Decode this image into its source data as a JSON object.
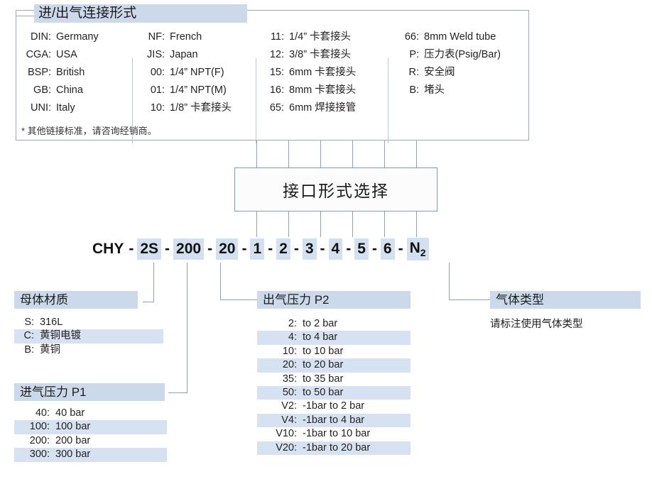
{
  "connection_box": {
    "title": "进/出气连接形式",
    "note": "* 其他链接标准，请咨询经销商。",
    "columns": [
      {
        "rows": [
          {
            "code": "DIN",
            "desc": "Germany"
          },
          {
            "code": "CGA",
            "desc": "USA"
          },
          {
            "code": "BSP",
            "desc": "British"
          },
          {
            "code": "GB",
            "desc": "China"
          },
          {
            "code": "UNI",
            "desc": "Italy"
          }
        ]
      },
      {
        "rows": [
          {
            "code": "NF",
            "desc": "French"
          },
          {
            "code": "JIS",
            "desc": "Japan"
          },
          {
            "code": "00",
            "desc": "1/4” NPT(F)"
          },
          {
            "code": "01",
            "desc": "1/4” NPT(M)"
          },
          {
            "code": "10",
            "desc": "1/8” 卡套接头"
          }
        ]
      },
      {
        "rows": [
          {
            "code": "11",
            "desc": "1/4” 卡套接头"
          },
          {
            "code": "12",
            "desc": "3/8” 卡套接头"
          },
          {
            "code": "15",
            "desc": "6mm 卡套接头"
          },
          {
            "code": "16",
            "desc": "8mm 卡套接头"
          },
          {
            "code": "65",
            "desc": "6mm 焊接接管"
          }
        ]
      },
      {
        "rows": [
          {
            "code": "66",
            "desc": "8mm Weld tube"
          },
          {
            "code": "P",
            "desc": "压力表(Psig/Bar)"
          },
          {
            "code": "R",
            "desc": "安全阀"
          },
          {
            "code": "B",
            "desc": "堵头"
          }
        ]
      }
    ]
  },
  "selection_box": {
    "label": "接口形式选择"
  },
  "code_line": {
    "prefix": "CHY",
    "segments": [
      "2S",
      "200",
      "20",
      "1",
      "2",
      "3",
      "4",
      "5",
      "6"
    ],
    "gas": "N",
    "gas_sub": "2",
    "dash": "-"
  },
  "body_material": {
    "title": "母体材质",
    "rows": [
      {
        "code": "S",
        "desc": "316L",
        "shaded": false
      },
      {
        "code": "C",
        "desc": "黄铜电镀",
        "shaded": true
      },
      {
        "code": "B",
        "desc": "黄铜",
        "shaded": false
      }
    ]
  },
  "inlet_pressure": {
    "title": "进气压力 P1",
    "rows": [
      {
        "code": "40",
        "desc": "40 bar",
        "shaded": false
      },
      {
        "code": "100",
        "desc": "100 bar",
        "shaded": true
      },
      {
        "code": "200",
        "desc": "200 bar",
        "shaded": false
      },
      {
        "code": "300",
        "desc": "300 bar",
        "shaded": true
      }
    ]
  },
  "outlet_pressure": {
    "title": "出气压力 P2",
    "rows": [
      {
        "code": "2",
        "desc": "to 2 bar",
        "shaded": false
      },
      {
        "code": "4",
        "desc": "to 4 bar",
        "shaded": true
      },
      {
        "code": "10",
        "desc": "to 10 bar",
        "shaded": false
      },
      {
        "code": "20",
        "desc": "to 20 bar",
        "shaded": true
      },
      {
        "code": "35",
        "desc": "to 35 bar",
        "shaded": false
      },
      {
        "code": "50",
        "desc": "to 50 bar",
        "shaded": true
      },
      {
        "code": "V2",
        "desc": "-1bar to 2 bar",
        "shaded": false
      },
      {
        "code": "V4",
        "desc": "-1bar to 4 bar",
        "shaded": true
      },
      {
        "code": "V10",
        "desc": "-1bar to 10 bar",
        "shaded": false
      },
      {
        "code": "V20",
        "desc": "-1bar to 20 bar",
        "shaded": true
      }
    ]
  },
  "gas_type": {
    "title": "气体类型",
    "note": "请标注使用气体类型"
  },
  "colors": {
    "header_bg": "#ccd9ea",
    "row_shade": "#d6e2f1",
    "code_chip": "#d3e0f0",
    "line": "#8fa0b4",
    "box_border": "#9aa9bd"
  }
}
